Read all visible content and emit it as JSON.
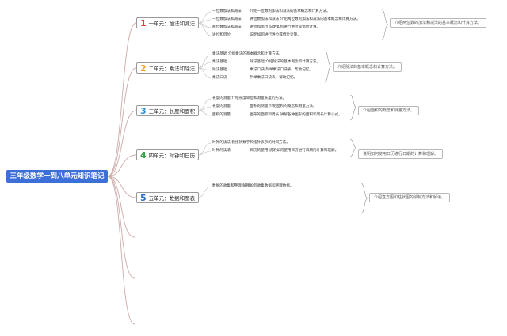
{
  "root": {
    "title": "三年级数学一到八单元知识笔记"
  },
  "units": [
    {
      "num": "1",
      "num_color": "#e23b3b",
      "title": "一单元：加法和减法",
      "summary": "介绍两位数的加法和减法的基本概念和计算方法。",
      "items": [
        {
          "k": "一位数加法和减法",
          "v": "介绍一位数的加法和减法的基本概念和计算方法。"
        },
        {
          "k": "一位数加法和减法",
          "v": "两位数加法和减法 介绍两位数的加法和减法的基本概念和计算方法。"
        },
        {
          "k": "两位数加法和减法",
          "v": "进位和借位 说明如何进行进位或借位计算。"
        },
        {
          "k": "进位和借位",
          "v": "说明如何进行进位或借位计算。"
        }
      ]
    },
    {
      "num": "2",
      "num_color": "#f0a020",
      "title": "二单元：乘法和除法",
      "summary": "介绍除法的基本概念和计算方法。",
      "items": [
        {
          "k": "乘法基础 介绍乘法的基本概念和计算方法。",
          "v": ""
        },
        {
          "k": "乘法基础",
          "v": "除法基础 介绍除法的基本概念和计算方法。"
        },
        {
          "k": "除法基础",
          "v": "乘法口诀 列举乘法口诀表，帮助记忆。"
        },
        {
          "k": "乘法口诀",
          "v": "列举乘法口诀表，帮助记忆。"
        }
      ]
    },
    {
      "num": "3",
      "num_color": "#2a8fd6",
      "title": "三单元：长度和面积",
      "summary": "介绍面积的概念和测量方法。",
      "items": [
        {
          "k": "长度的测量 介绍长度单位和测量长度的方法。",
          "v": ""
        },
        {
          "k": "长度的测量",
          "v": "面积的测量 介绍面积的概念和测量方法。"
        },
        {
          "k": "面积的测量",
          "v": "图形的面积和周长 讲解各种图形的面积和周长计算公式。"
        }
      ]
    },
    {
      "num": "4",
      "num_color": "#3aa548",
      "title": "四单元：时钟和日历",
      "summary": "说明如何使用日历进行日期的计算和理解。",
      "items": [
        {
          "k": "时钟的读法 教授辨数字和指针表示的时间方法。",
          "v": ""
        },
        {
          "k": "时钟的读法",
          "v": "日历的使用 说明如何使用日历进行日期的计算和理解。"
        }
      ]
    },
    {
      "num": "5",
      "num_color": "#2a6fc0",
      "title": "五单元：数据和图表",
      "summary": "介绍直方图和柱状图的绘制方法和解读。",
      "items": [
        {
          "k": "数据的收集和整理 解释如何收集数据和整理数据。",
          "v": ""
        }
      ]
    }
  ]
}
